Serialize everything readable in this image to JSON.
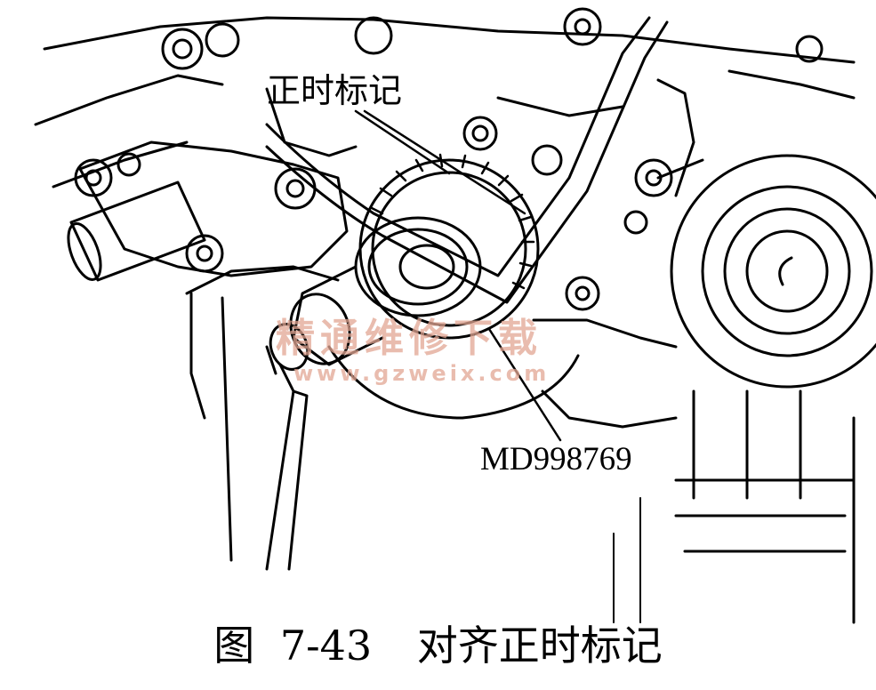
{
  "labels": {
    "timing_mark": "正时标记",
    "tool_number": "MD998769"
  },
  "watermark": {
    "line1": "精通维修下载",
    "line2": "www.gzweix.com",
    "color": "#e2a693"
  },
  "caption": {
    "prefix": "图",
    "number": "7-43",
    "title": "对齐正时标记"
  }
}
